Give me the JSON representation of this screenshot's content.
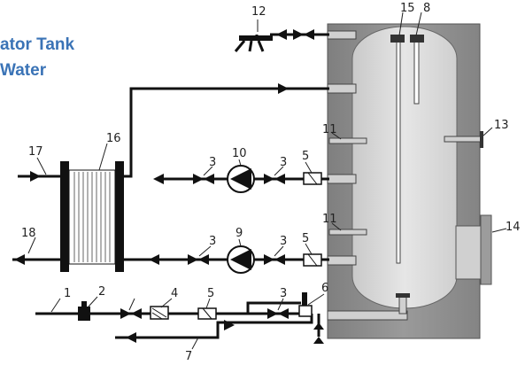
{
  "title": {
    "line1": "ator Tank",
    "line2": "Water"
  },
  "labels": [
    "1",
    "2",
    "3",
    "3",
    "3",
    "3",
    "3",
    "4",
    "5",
    "5",
    "5",
    "6",
    "7",
    "8",
    "9",
    "10",
    "11",
    "11",
    "12",
    "13",
    "14",
    "15",
    "16",
    "17",
    "18"
  ],
  "colors": {
    "title": "#3a73b6",
    "housing": "#8e8e8e",
    "tank": "#d6d6d6",
    "pipe": "#111111"
  }
}
